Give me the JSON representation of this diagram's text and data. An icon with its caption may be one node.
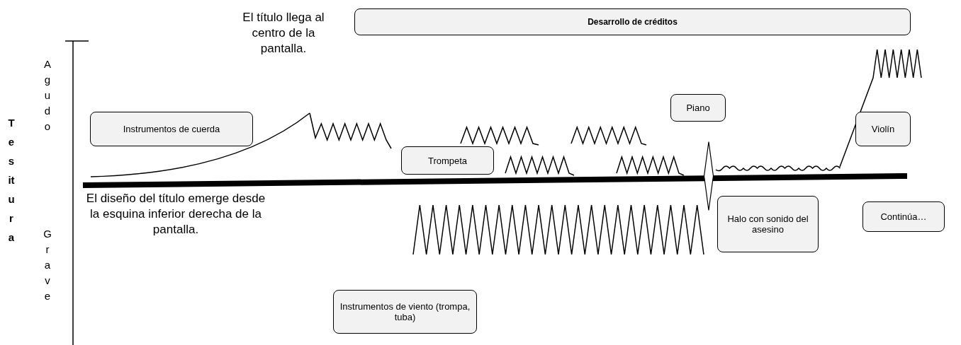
{
  "diagram": {
    "nodes": [
      {
        "text": [
          "Desarrollo de créditos"
        ]
      },
      {
        "text": [
          "Piano"
        ]
      },
      {
        "text": [
          "Instrumentos de cuerda"
        ]
      },
      {
        "text": [
          "Violín"
        ]
      },
      {
        "text": [],
        "shape": "diamond"
      },
      {
        "text": [
          "Trompeta"
        ]
      },
      {
        "text": [
          "Halo con sonido del asesino"
        ]
      },
      {
        "text": [
          "Continúa…"
        ]
      },
      {
        "text": [
          "Instrumentos de viento (trompa, tuba)"
        ]
      }
    ],
    "labels": [
      "El título llega al centro de la pantalla.",
      "Agudo",
      "Tesitura",
      "El diseño del título emerge desde la esquina inferior derecha de la pantalla.",
      "Grave"
    ]
  }
}
